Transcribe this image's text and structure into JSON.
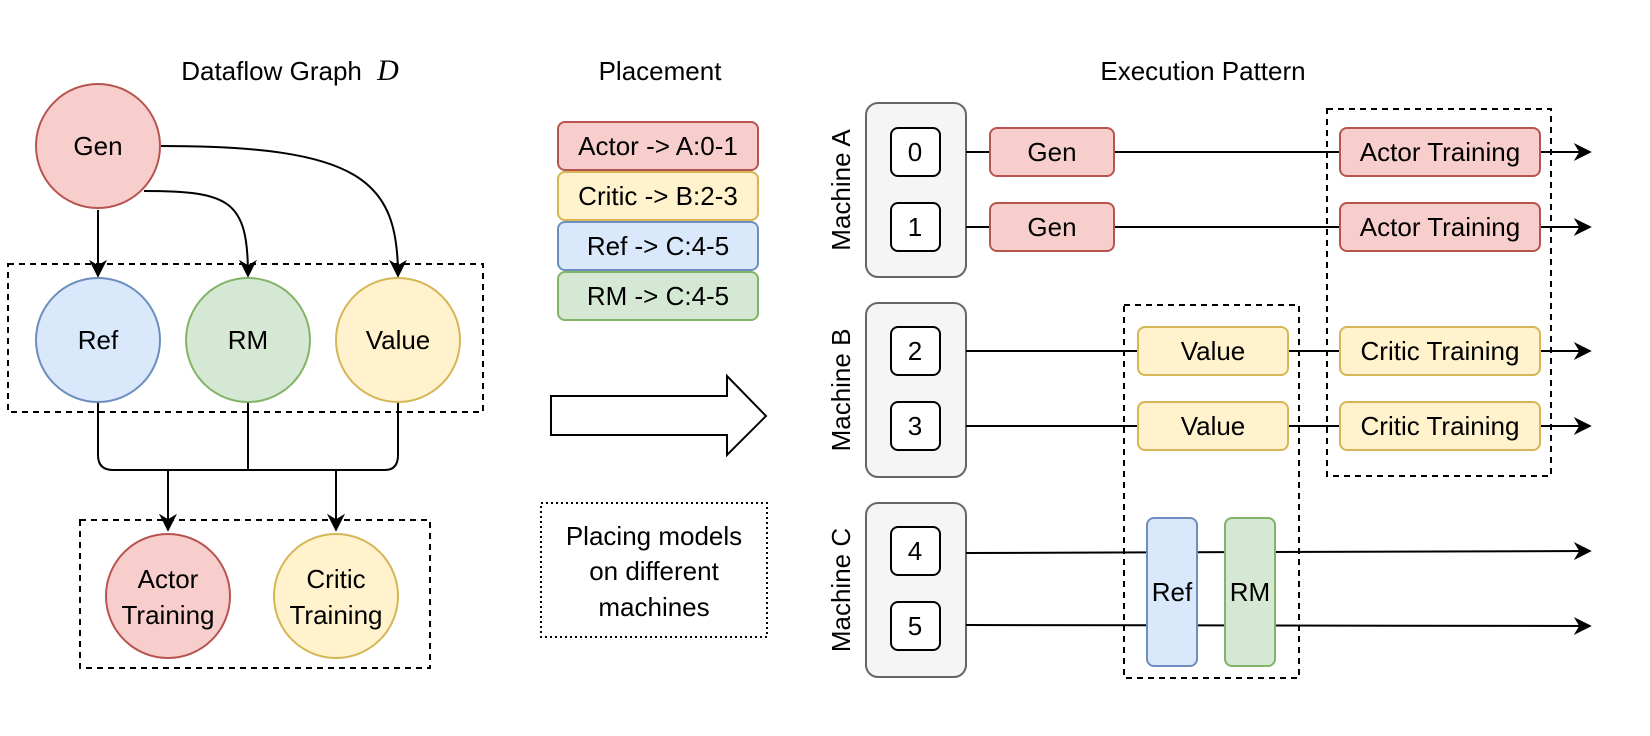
{
  "colors": {
    "red_fill": "#f8cecc",
    "red_stroke": "#b85450",
    "blue_fill": "#dae8fc",
    "blue_stroke": "#6c8ebf",
    "green_fill": "#d5e8d4",
    "green_stroke": "#82b366",
    "yellow_fill": "#fff2cc",
    "yellow_stroke": "#d6b656",
    "gray_fill": "#f5f5f5",
    "gray_stroke": "#666666"
  },
  "dataflow": {
    "title": "Dataflow Graph",
    "title_symbol": "D",
    "nodes": {
      "gen": "Gen",
      "ref": "Ref",
      "rm": "RM",
      "value": "Value",
      "actor_training_line1": "Actor",
      "actor_training_line2": "Training",
      "critic_training_line1": "Critic",
      "critic_training_line2": "Training"
    }
  },
  "placement": {
    "title": "Placement",
    "items": [
      "Actor -> A:0-1",
      "Critic -> B:2-3",
      "Ref -> C:4-5",
      "RM -> C:4-5"
    ],
    "note_line1": "Placing models",
    "note_line2": "on different",
    "note_line3": "machines"
  },
  "execution": {
    "title": "Execution Pattern",
    "machines": [
      "Machine A",
      "Machine B",
      "Machine C"
    ],
    "gpus": [
      "0",
      "1",
      "2",
      "3",
      "4",
      "5"
    ],
    "blocks": {
      "gen_0": "Gen",
      "gen_1": "Gen",
      "actor_training_0": "Actor Training",
      "actor_training_1": "Actor Training",
      "value_2": "Value",
      "value_3": "Value",
      "critic_training_2": "Critic Training",
      "critic_training_3": "Critic Training",
      "ref": "Ref",
      "rm": "RM"
    }
  }
}
